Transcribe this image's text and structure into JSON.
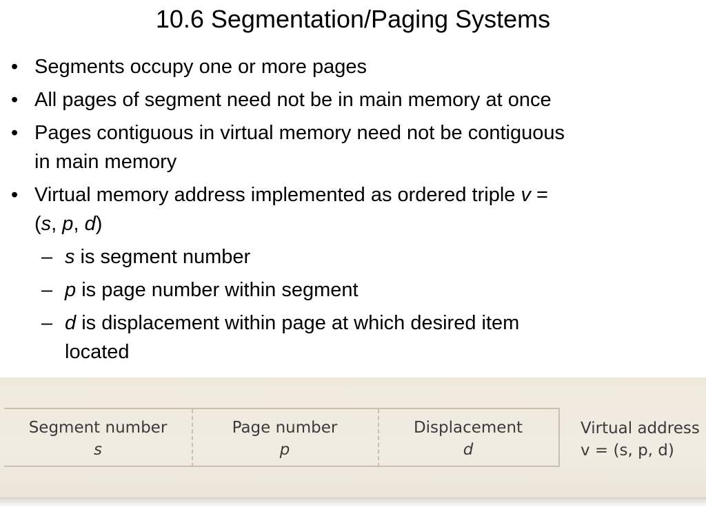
{
  "title": "10.6 Segmentation/Paging Systems",
  "bullets": [
    {
      "text": "Segments occupy one or more pages"
    },
    {
      "text": "All pages of segment need not be in main memory at once"
    },
    {
      "line1": "Pages contiguous in virtual memory need not be contiguous",
      "line2": "in main memory"
    },
    {
      "text_a": "Virtual memory address implemented as ordered triple ",
      "var_v": "v",
      "text_b": " =",
      "open": "(",
      "var_s": "s",
      "comma1": ", ",
      "var_p": "p",
      "comma2": ", ",
      "var_d": "d",
      "close": ")"
    }
  ],
  "sub_bullets": [
    {
      "var": "s",
      "text": " is segment number"
    },
    {
      "var": "p",
      "text": " is page number within segment"
    },
    {
      "var": "d",
      "text": " is displacement within page at which desired item",
      "line2": "located"
    }
  ],
  "bullet_marks": {
    "level1": "•",
    "level2": "–"
  },
  "figure": {
    "fields": [
      {
        "name": "Segment number",
        "symbol": "s"
      },
      {
        "name": "Page number",
        "symbol": "p"
      },
      {
        "name": "Displacement",
        "symbol": "d"
      }
    ],
    "caption_line1": "Virtual address",
    "caption_line2": "v = (s, p, d)"
  },
  "colors": {
    "figure_bg": "#efe9dd",
    "border": "#cdbfae",
    "figure_text": "#3a3a3a"
  }
}
